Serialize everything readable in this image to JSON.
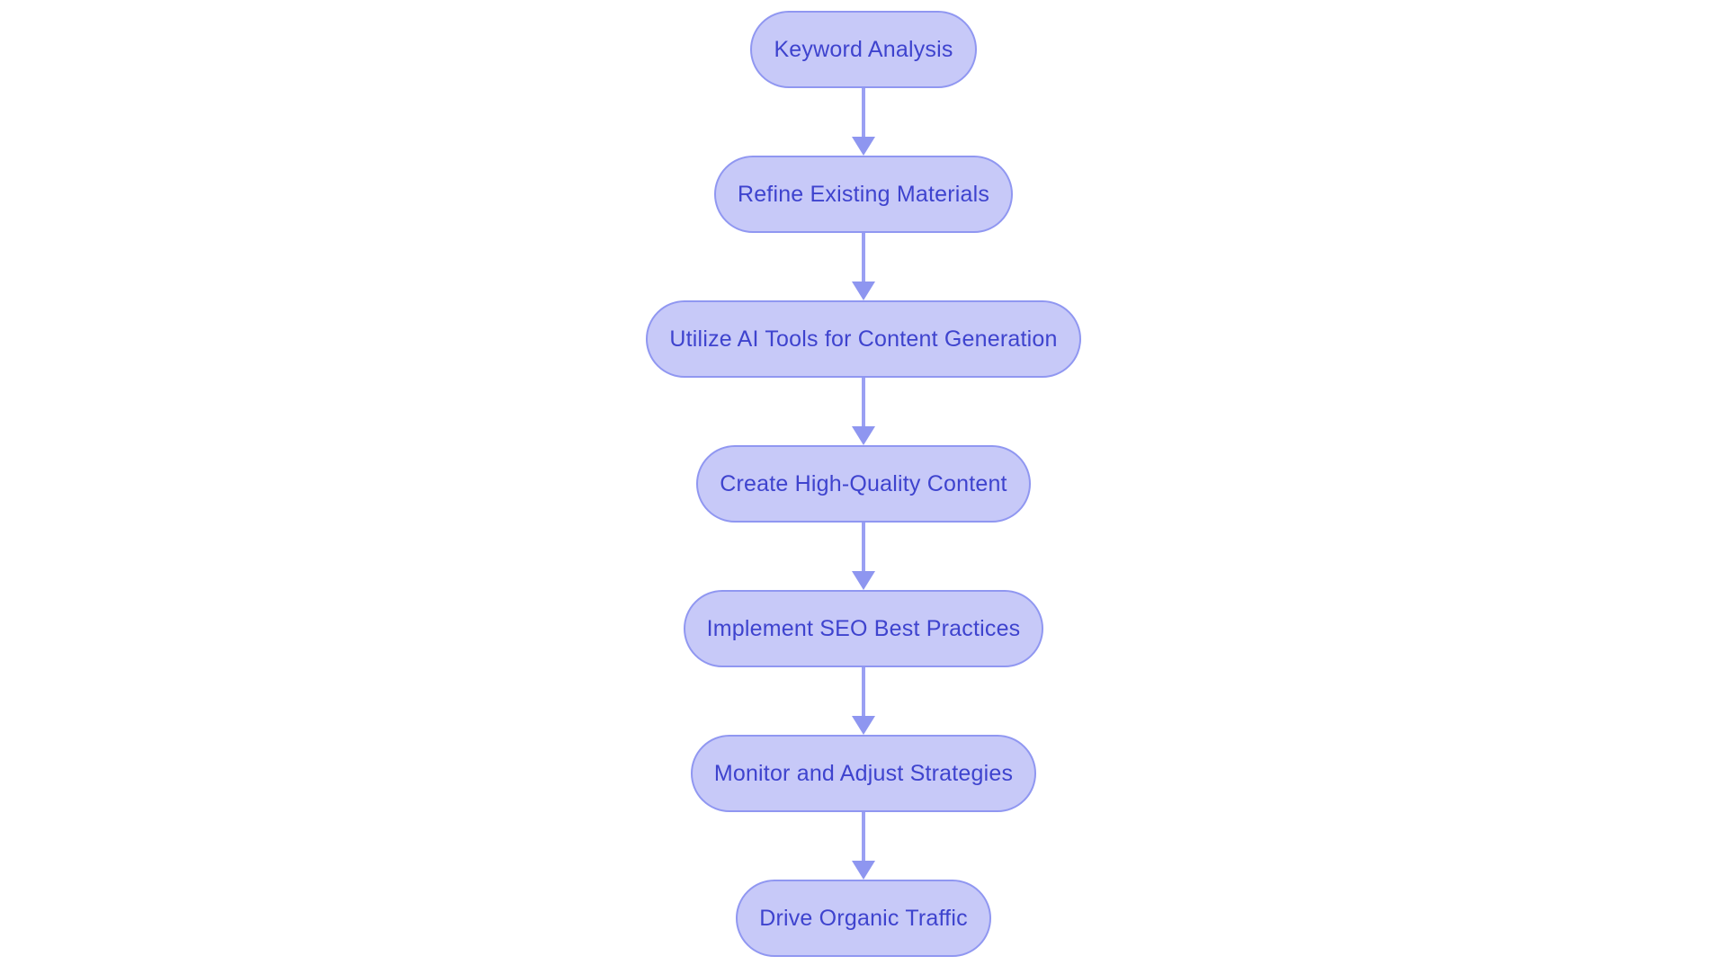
{
  "flowchart": {
    "type": "vertical-flowchart",
    "direction": "top-down",
    "background_color": "#ffffff",
    "node_fill_color": "#c7c9f8",
    "node_border_color": "#9097f1",
    "node_text_color": "#3e43ce",
    "arrow_color": "#9aa0f3",
    "nodes": [
      {
        "id": "1",
        "label": "Keyword Analysis"
      },
      {
        "id": "2",
        "label": "Refine Existing Materials"
      },
      {
        "id": "3",
        "label": "Utilize AI Tools for Content Generation"
      },
      {
        "id": "4",
        "label": "Create High-Quality Content"
      },
      {
        "id": "5",
        "label": "Implement SEO Best Practices"
      },
      {
        "id": "6",
        "label": "Monitor and Adjust Strategies"
      },
      {
        "id": "7",
        "label": "Drive Organic Traffic"
      }
    ],
    "edges": [
      {
        "from": "1",
        "to": "2"
      },
      {
        "from": "2",
        "to": "3"
      },
      {
        "from": "3",
        "to": "4"
      },
      {
        "from": "4",
        "to": "5"
      },
      {
        "from": "5",
        "to": "6"
      },
      {
        "from": "6",
        "to": "7"
      }
    ]
  }
}
